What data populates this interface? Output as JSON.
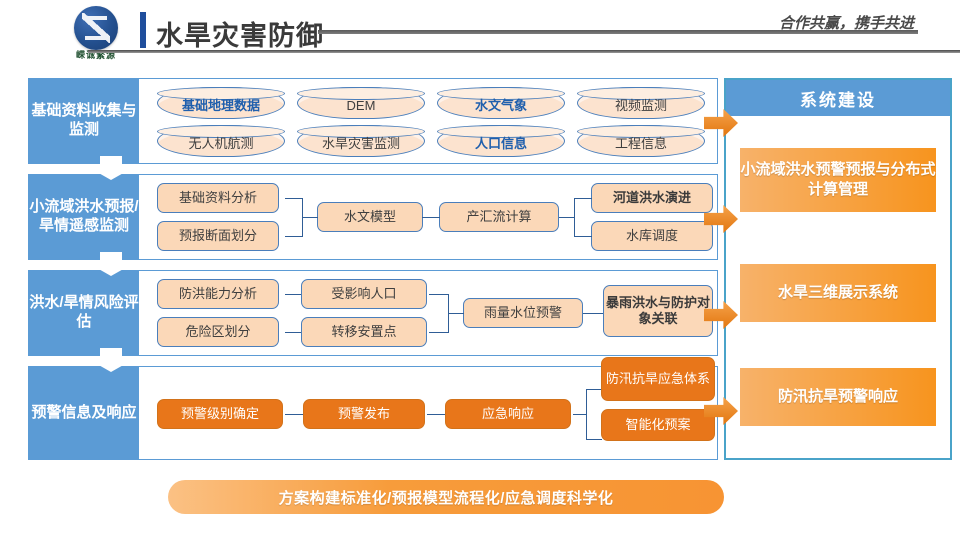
{
  "header": {
    "logo_text": "嵘诚繁源",
    "title": "水旱灾害防御",
    "slogan": "合作共赢，携手共进"
  },
  "flow": {
    "rows": [
      {
        "label": "基础资料收集与监测",
        "nodes": [
          {
            "text": "基础地理数据",
            "style": "cyl",
            "emphasis": "blue-bold"
          },
          {
            "text": "DEM",
            "style": "cyl",
            "emphasis": "none"
          },
          {
            "text": "水文气象",
            "style": "cyl",
            "emphasis": "blue-bold"
          },
          {
            "text": "视频监测",
            "style": "cyl",
            "emphasis": "none"
          },
          {
            "text": "无人机航测",
            "style": "cyl",
            "emphasis": "none"
          },
          {
            "text": "水旱灾害监测",
            "style": "cyl",
            "emphasis": "none"
          },
          {
            "text": "人口信息",
            "style": "cyl",
            "emphasis": "blue-bold"
          },
          {
            "text": "工程信息",
            "style": "cyl",
            "emphasis": "none"
          }
        ]
      },
      {
        "label": "小流域洪水预报/旱情遥感监测",
        "nodes": [
          {
            "text": "基础资料分析",
            "style": "rbox",
            "emphasis": "none"
          },
          {
            "text": "预报断面划分",
            "style": "rbox",
            "emphasis": "none"
          },
          {
            "text": "水文模型",
            "style": "rbox",
            "emphasis": "none"
          },
          {
            "text": "产汇流计算",
            "style": "rbox",
            "emphasis": "none"
          },
          {
            "text": "河道洪水演进",
            "style": "rbox",
            "emphasis": "dark-bold"
          },
          {
            "text": "水库调度",
            "style": "rbox",
            "emphasis": "none"
          }
        ]
      },
      {
        "label": "洪水/旱情风险评估",
        "nodes": [
          {
            "text": "防洪能力分析",
            "style": "rbox",
            "emphasis": "none"
          },
          {
            "text": "危险区划分",
            "style": "rbox",
            "emphasis": "none"
          },
          {
            "text": "受影响人口",
            "style": "rbox",
            "emphasis": "none"
          },
          {
            "text": "转移安置点",
            "style": "rbox",
            "emphasis": "none"
          },
          {
            "text": "雨量水位预警",
            "style": "rbox",
            "emphasis": "none"
          },
          {
            "text": "暴雨洪水与防护对象关联",
            "style": "rbox",
            "emphasis": "dark-bold"
          }
        ]
      },
      {
        "label": "预警信息及响应",
        "nodes": [
          {
            "text": "预警级别确定",
            "style": "obox",
            "emphasis": "none"
          },
          {
            "text": "预警发布",
            "style": "obox",
            "emphasis": "none"
          },
          {
            "text": "应急响应",
            "style": "obox",
            "emphasis": "none"
          },
          {
            "text": "防汛抗旱应急体系",
            "style": "obox",
            "emphasis": "none"
          },
          {
            "text": "智能化预案",
            "style": "obox",
            "emphasis": "none"
          }
        ]
      }
    ]
  },
  "panel": {
    "title": "系统建设",
    "items": [
      {
        "text": "小流域洪水预警预报与分布式计算管理"
      },
      {
        "text": "水旱三维展示系统"
      },
      {
        "text": "防汛抗旱预警响应"
      }
    ]
  },
  "banner": {
    "text": "方案构建标准化/预报模型流程化/应急调度科学化"
  },
  "colors": {
    "blue": "#5b9bd5",
    "panel_border": "#4aa3c9",
    "orange": "#e8761a",
    "light_orange": "#fbd8b8",
    "cylinder": "#fce3cf",
    "title_gray": "#3a3a3a"
  }
}
